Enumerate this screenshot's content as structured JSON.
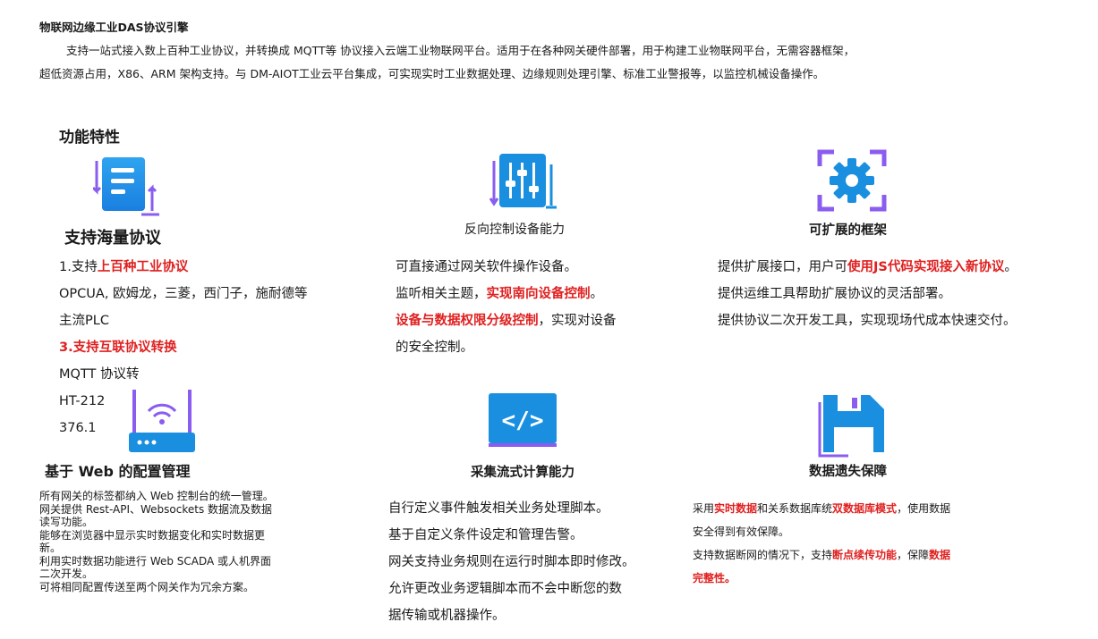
{
  "doc": {
    "title": "物联网边缘工业DAS协议引擎",
    "intro_line1": "支持一站式接入数上百种工业协议，并转换成 MQTT等 协议接入云端工业物联网平台。适用于在各种网关硬件部署，用于构建工业物联网平台，无需容器框架，",
    "intro_line2": "超低资源占用，X86、ARM 架构支持。与 DM-AIOT工业云平台集成，可实现实时工业数据处理、边缘规则处理引擎、标准工业警报等，以监控机械设备操作。",
    "features_heading": "功能特性"
  },
  "colors": {
    "accent_blue": "#1a8fe0",
    "accent_purple": "#8a5cf0",
    "highlight_red": "#e02020"
  },
  "features": {
    "protocols": {
      "icon": "document-arrows-icon",
      "title": "支持海量协议",
      "l1_pre": "1.支持",
      "l1_red": "上百种工业协议",
      "l2": "OPCUA, 欧姆龙，三菱，西门子，施耐德等",
      "l3": "主流PLC",
      "l4_red": "3.支持互联协议转换",
      "l5": "MQTT 协议转",
      "l6": "HT-212",
      "l7": "376.1"
    },
    "reverse_control": {
      "icon": "sliders-icon",
      "title": "反向控制设备能力",
      "l1": "可直接通过网关软件操作设备。",
      "l2_pre": "监听相关主题，",
      "l2_red": "实现南向设备控制",
      "l2_post": "。",
      "l3_red": "设备与数据权限分级控制",
      "l3_post": "，实现对设备",
      "l4": "的安全控制。"
    },
    "extensible": {
      "icon": "gear-frame-icon",
      "title": "可扩展的框架",
      "l1_pre": "提供扩展接口，用户可",
      "l1_red": "使用JS代码实现接入新协议",
      "l1_post": "。",
      "l2": "提供运维工具帮助扩展协议的灵活部署。",
      "l3": "提供协议二次开发工具，实现现场代成本快速交付。"
    },
    "web_config": {
      "icon": "wifi-router-icon",
      "title": "基于 Web 的配置管理",
      "lines": [
        "所有网关的标签都纳入 Web 控制台的统一管理。",
        "网关提供 Rest-API、Websockets 数据流及数据",
        "读写功能。",
        "能够在浏览器中显示实时数据变化和实时数据更",
        "新。",
        "利用实时数据功能进行 Web SCADA 或人机界面",
        "二次开发。",
        "可将相同配置传送至两个网关作为冗余方案。"
      ]
    },
    "stream_compute": {
      "icon": "code-icon",
      "icon_text": "</>",
      "title": "采集流式计算能力",
      "lines": [
        "自行定义事件触发相关业务处理脚本。",
        "基于自定义条件设定和管理告警。",
        "网关支持业务规则在运行时脚本即时修改。",
        "允许更改业务逻辑脚本而不会中断您的数",
        "据传输或机器操作。"
      ]
    },
    "data_loss": {
      "icon": "floppy-disk-icon",
      "title": "数据遗失保障",
      "l1_pre": "采用",
      "l1_red1": "实时数据",
      "l1_mid": "和关系数据库统",
      "l1_red2": "双数据库模式",
      "l1_post": "，使用数据",
      "l2": "安全得到有效保障。",
      "l3_pre": "支持数据断网的情况下，支持",
      "l3_red": "断点续传功能",
      "l3_mid": "，保障",
      "l3_red2": "数据",
      "l4_red": "完整性。"
    }
  }
}
